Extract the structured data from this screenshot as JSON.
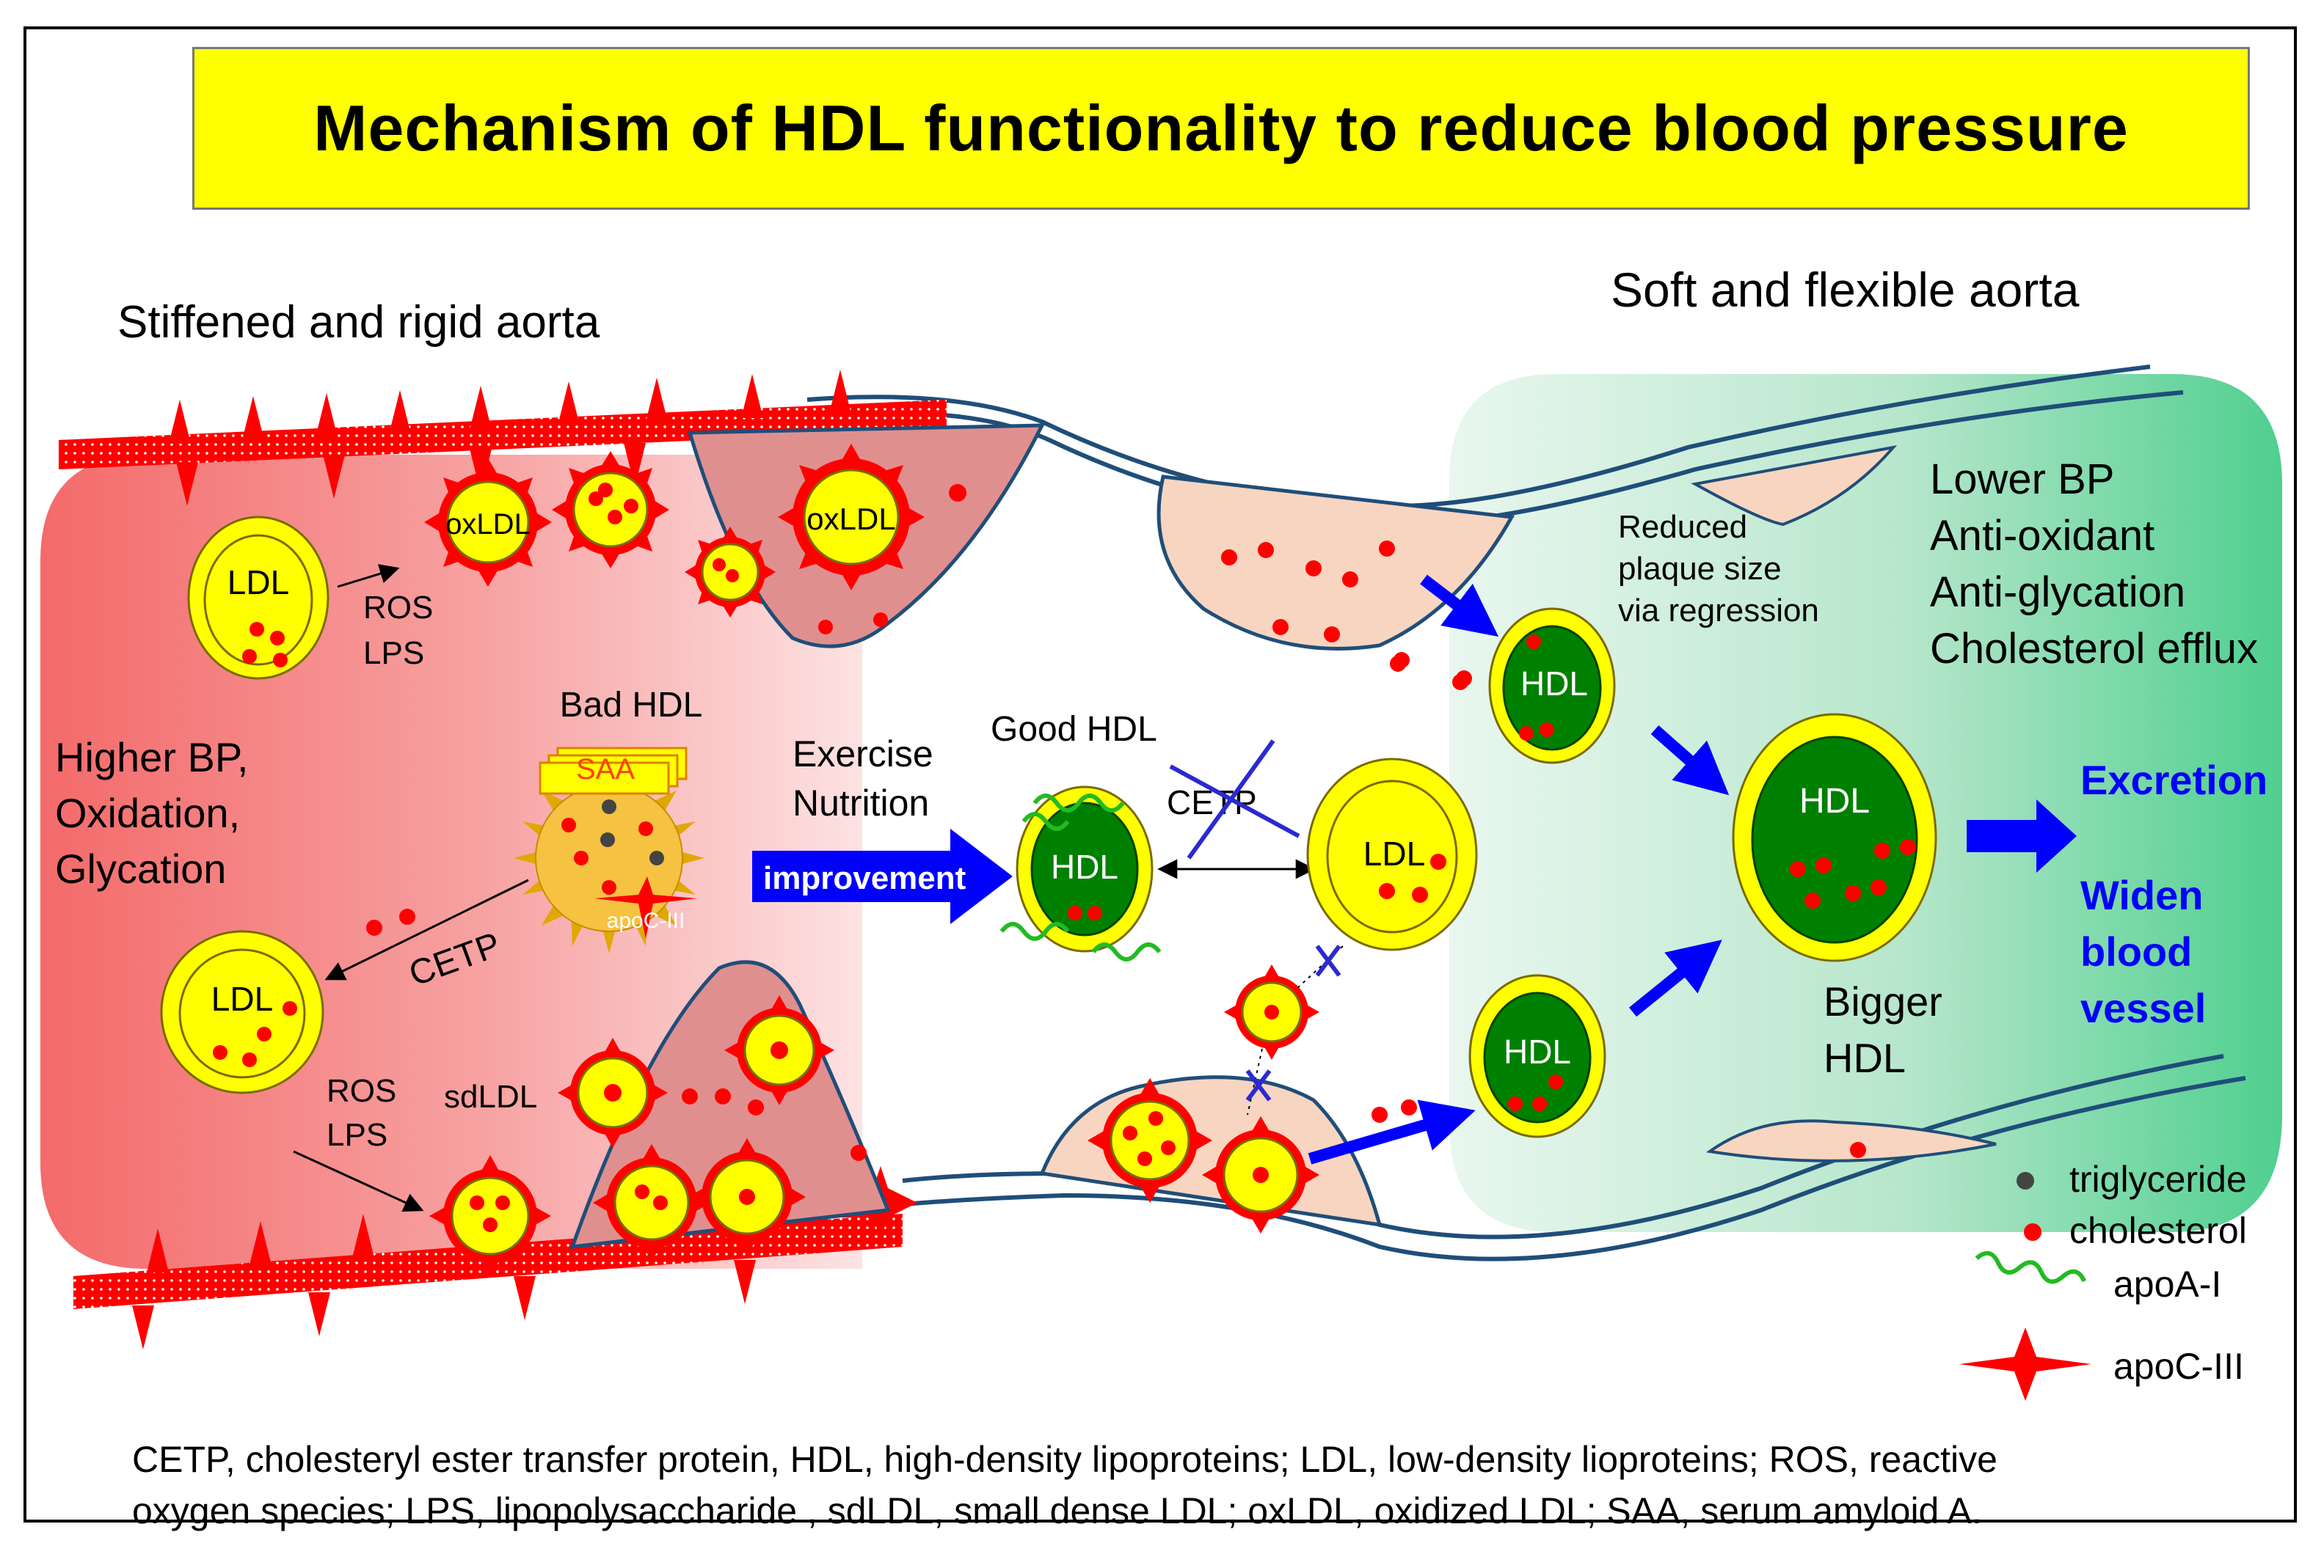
{
  "title": "Mechanism of HDL functionality to reduce blood pressure",
  "labels": {
    "stiff_aorta": "Stiffened and rigid aorta",
    "soft_aorta": "Soft and flexible aorta",
    "higher_bp": [
      "Higher  BP,",
      "Oxidation,",
      "Glycation"
    ],
    "benefits": [
      "Lower BP",
      "Anti-oxidant",
      "Anti-glycation",
      "Cholesterol efflux"
    ],
    "reduced_plaque": [
      "Reduced",
      "plaque size",
      "via regression"
    ],
    "exercise": [
      "Exercise",
      "Nutrition"
    ],
    "improvement": "improvement",
    "good_hdl": "Good HDL",
    "bad_hdl": "Bad HDL",
    "saa": "SAA",
    "apoc3_small": "apoC-III",
    "cetp": "CETP",
    "ros": "ROS",
    "lps": "LPS",
    "ldl": "LDL",
    "hdl": "HDL",
    "oxldl": "oxLDL",
    "sdldl": "sdLDL",
    "bigger_hdl": [
      "Bigger",
      "HDL"
    ],
    "excretion": "Excretion",
    "widen": [
      "Widen",
      "blood",
      "vessel"
    ]
  },
  "legend": {
    "triglyceride": "triglyceride",
    "cholesterol": "cholesterol",
    "apoa1": "apoA-I",
    "apoc3": "apoC-III"
  },
  "caption": {
    "line1": "CETP, cholesteryl ester transfer protein, HDL, high-density lipoproteins; LDL, low-density lioproteins; ROS, reactive",
    "line2": "oxygen species; LPS, lipopolysaccharide , sdLDL, small dense LDL; oxLDL, oxidized LDL; SAA, serum amyloid A."
  },
  "colors": {
    "title_bg": "#ffff00",
    "red": "#ff0000",
    "yellow": "#ffff00",
    "green": "#008000",
    "blue_text": "#0000ff",
    "arrow_blue": "#0000ff",
    "vessel_line": "#1f4e79"
  }
}
